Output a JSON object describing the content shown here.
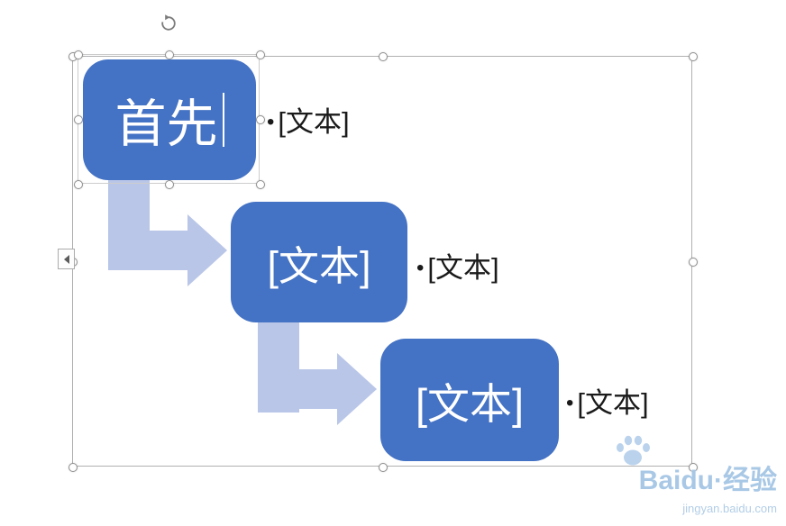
{
  "diagram": {
    "box_color": "#4472c4",
    "arrow_color": "#b9c6e8",
    "nodes": [
      {
        "label": "首先",
        "bullet_marker": "•",
        "bullet_text": "[文本]"
      },
      {
        "label": "[文本]",
        "bullet_marker": "•",
        "bullet_text": "[文本]"
      },
      {
        "label": "[文本]",
        "bullet_marker": "•",
        "bullet_text": "[文本]"
      }
    ]
  },
  "icons": {
    "rotation_handle": "rotate-clockwise-arrow",
    "text_pane_toggle": "chevron-left",
    "watermark_logo": "paw-print"
  },
  "watermark": {
    "brand": "Baidu·经验",
    "url": "jingyan.baidu.com"
  }
}
